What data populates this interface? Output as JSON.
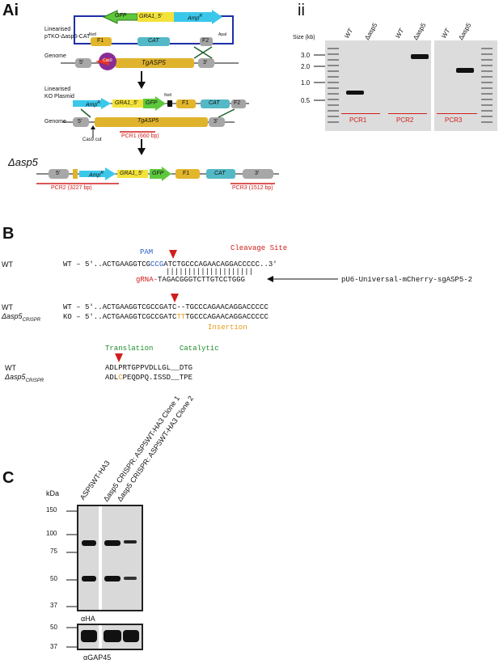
{
  "panelA": {
    "letter": "Ai",
    "plasmid_title": "Linearised\npTKO-Δasp5-CAT",
    "ko_title": "Linearised\nKO Plasmid",
    "genome_label": "Genome",
    "genome_label2": "Genome",
    "cas9": "Cas9",
    "cas9_cut": "Cas9 cut",
    "notI": "NotI",
    "notI2": "NotI",
    "apaI": "ApaI",
    "gfp": "GFP",
    "gra1": "GRA1_5'",
    "ampr": "Amp",
    "ampr_sup": "R",
    "f1": "F1",
    "f2": "F2",
    "cat": "CAT",
    "tgasp5": "TgASP5",
    "five": "5'",
    "three": "3'",
    "pcr1": "PCR1 (660 bp)",
    "pcr2": "PCR2 (3227 bp)",
    "pcr3": "PCR3 (1512 bp)",
    "delta_label": "Δasp5"
  },
  "panelAii": {
    "letter": "ii",
    "size_title": "Size (kb)",
    "ladder": [
      "3.0",
      "2.0",
      "1.0",
      "0.5"
    ],
    "lanes": [
      "WT",
      "Δasp5",
      "WT",
      "Δasp5",
      "WT",
      "Δasp5"
    ],
    "pcr_labels": [
      "PCR1",
      "PCR2",
      "PCR3"
    ]
  },
  "panelB": {
    "letter": "B",
    "wt_label": "WT",
    "pam": "PAM",
    "cleavage": "Cleavage Site",
    "seq_wt_prefix": "WT – 5'..ACTGAAGGTCG",
    "seq_wt_pam": "CCG",
    "seq_wt_suffix": "ATCTGCCCAGAACAGGACCCCC..3'",
    "bars": "||||||||||||||||||||",
    "grna_label": "gRNA-",
    "grna_seq": "TAGACGGGTCTTGTCCTGGG",
    "plasmid": "pU6-Universal-mCherry-sgASP5-2",
    "wt2": "WT",
    "ko_label": "Δasp5",
    "ko_sub": "CRISPR",
    "seq2_wt": "WT – 5'..ACTGAAGGTCGCCGATC--TGCCCAGAACAGGACCCCC",
    "seq2_ko_a": "KO – 5'..ACTGAAGGTCGCCGATC",
    "seq2_ko_tt": "TT",
    "seq2_ko_b": "TGCCCAGAACAGGACCCCC",
    "insertion": "Insertion",
    "translation": "Translation",
    "catalytic": "Catalytic",
    "wt3": "WT",
    "ko3_label": "Δasp5",
    "ko3_sub": "CRISPR",
    "prot_wt": "ADLPRTGPPVDLLGL__DTG",
    "prot_ko_a": "ADL",
    "prot_ko_c": "C",
    "prot_ko_b": "PEQDPQ.ISSD__TPE"
  },
  "panelC": {
    "letter": "C",
    "kda": "kDa",
    "markers_top": [
      "150",
      "100",
      "75",
      "50",
      "37"
    ],
    "markers_bottom": [
      "50",
      "37"
    ],
    "lane_labels": [
      "ASP5WT-HA3",
      "Δasp5 CRISPR: ASP5WT-HA3 Clone 1",
      "Δasp5 CRISPR: ASP5WT-HA3 Clone 2"
    ],
    "ha": "αHA",
    "gap45": "αGAP45"
  }
}
